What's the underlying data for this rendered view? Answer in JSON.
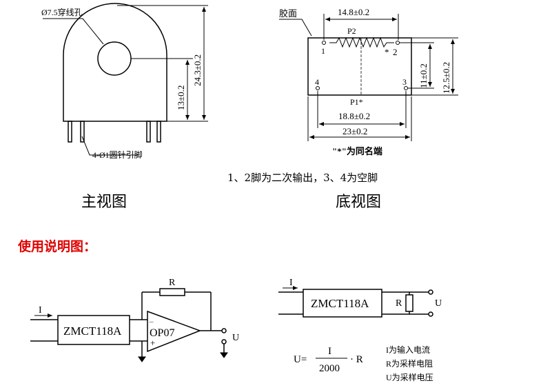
{
  "front_view": {
    "hole_label": "Ø7.5穿线孔",
    "dim_height": "24.3±0.2",
    "dim_center": "13±0.2",
    "pin_label": "4-Ø1圆针引脚",
    "caption": "主视图"
  },
  "bottom_view": {
    "glue_label": "胶面",
    "dim_top": "14.8±0.2",
    "dim_mid": "18.8±0.2",
    "dim_total": "23±0.2",
    "dim_height_inner": "11±0.2",
    "dim_height_outer": "12.5±0.2",
    "p2": "P2",
    "p1": "P1*",
    "pin1": "1",
    "pin2": "2",
    "pin3": "3",
    "pin4": "4",
    "star": "*",
    "same_name_note": "\"*\"为同名端",
    "pin_note": "1、2脚为二次输出，3、4为空脚",
    "caption": "底视图"
  },
  "usage": {
    "title": "使用说明图：",
    "circuit1": {
      "current": "I",
      "resistor": "R",
      "module": "ZMCT118A",
      "opamp": "OP07",
      "minus": "−",
      "plus": "+",
      "output": "U"
    },
    "circuit2": {
      "current": "I",
      "module": "ZMCT118A",
      "resistor": "R",
      "output": "U",
      "formula_lhs": "U=",
      "formula_num": "I",
      "formula_den": "2000",
      "formula_rhs": "· R",
      "legend_i": "I为输入电流",
      "legend_r": "R为采样电阻",
      "legend_u": "U为采样电压"
    }
  }
}
